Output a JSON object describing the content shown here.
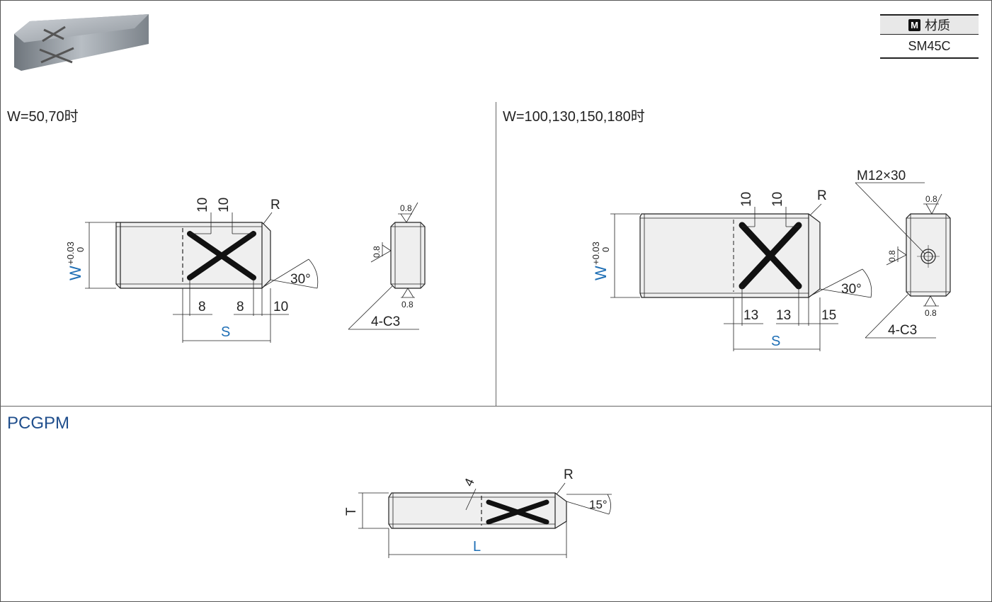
{
  "material": {
    "header": "材质",
    "badge": "M",
    "value": "SM45C"
  },
  "sections": {
    "left_title": "W=50,70时",
    "right_title": "W=100,130,150,180时",
    "bottom_title": "PCGPM"
  },
  "left_drawing": {
    "dims_top": [
      "10",
      "10"
    ],
    "r": "R",
    "w": "W",
    "tol_plus": "+0.03",
    "tol_zero": "0",
    "dims_bottom": [
      "8",
      "8",
      "10"
    ],
    "s": "S",
    "angle": "30°",
    "rough_top": "0.8",
    "rough_left": "0.8",
    "rough_bottom": "0.8",
    "chamfer": "4-C3"
  },
  "right_drawing": {
    "dims_top": [
      "10",
      "10"
    ],
    "r": "R",
    "thread": "M12×30",
    "w": "W",
    "tol_plus": "+0.03",
    "tol_zero": "0",
    "dims_bottom": [
      "13",
      "13",
      "15"
    ],
    "s": "S",
    "angle": "30°",
    "rough_top": "0.8",
    "rough_left": "0.8",
    "rough_bottom": "0.8",
    "chamfer": "4-C3"
  },
  "bottom_drawing": {
    "dim_4": "4",
    "r": "R",
    "angle": "15°",
    "t": "T",
    "l": "L"
  },
  "colors": {
    "accent_blue": "#1f6fb5",
    "title_blue": "#1f4e8c",
    "line": "#222222",
    "fill": "#eeeeee"
  }
}
